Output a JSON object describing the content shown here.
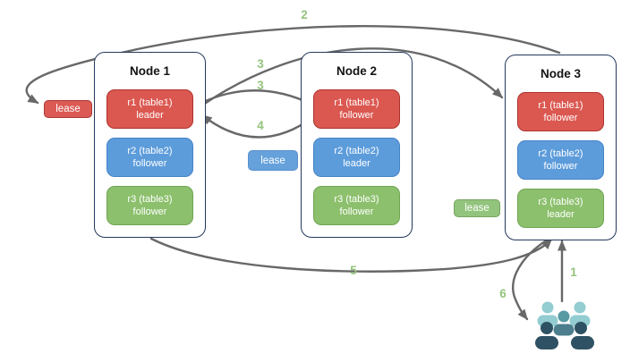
{
  "palette": {
    "replica_red": "#db5851",
    "replica_blue": "#5d9cdb",
    "replica_green": "#8cc06d",
    "step_label_green": "#93c47d",
    "arrow_gray": "#686868",
    "node_border_navy": "#24385c",
    "users_light_teal": "#93ccd1",
    "users_medium_teal": "#579aa4",
    "users_dark_slate": "#2e5164"
  },
  "nodes": [
    {
      "title": "Node 1",
      "replicas": [
        {
          "label": "r1 (table1)",
          "role": "leader",
          "color": "red"
        },
        {
          "label": "r2 (table2)",
          "role": "follower",
          "color": "blue"
        },
        {
          "label": "r3 (table3)",
          "role": "follower",
          "color": "green"
        }
      ]
    },
    {
      "title": "Node 2",
      "replicas": [
        {
          "label": "r1 (table1)",
          "role": "follower",
          "color": "red"
        },
        {
          "label": "r2 (table2)",
          "role": "leader",
          "color": "blue"
        },
        {
          "label": "r3 (table3)",
          "role": "follower",
          "color": "green"
        }
      ]
    },
    {
      "title": "Node 3",
      "replicas": [
        {
          "label": "r1 (table1)",
          "role": "follower",
          "color": "red"
        },
        {
          "label": "r2 (table2)",
          "role": "follower",
          "color": "blue"
        },
        {
          "label": "r3 (table3)",
          "role": "leader",
          "color": "green"
        }
      ]
    }
  ],
  "leases": [
    {
      "label": "lease",
      "color": "red"
    },
    {
      "label": "lease",
      "color": "blue"
    },
    {
      "label": "lease",
      "color": "green"
    }
  ],
  "steps": {
    "s1": "1",
    "s2": "2",
    "s3a": "3",
    "s3b": "3",
    "s4": "4",
    "s5": "5",
    "s6": "6"
  }
}
